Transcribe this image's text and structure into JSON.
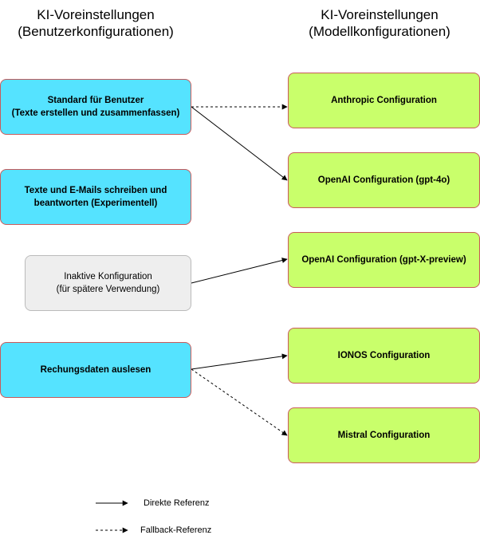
{
  "titles": {
    "left": {
      "line1": "KI-Voreinstellungen",
      "line2": "(Benutzerkonfigurationen)"
    },
    "right": {
      "line1": "KI-Voreinstellungen",
      "line2": "(Modellkonfigurationen)"
    }
  },
  "user_configs": [
    {
      "id": "standard",
      "line1": "Standard für Benutzer",
      "line2": "(Texte erstellen und zusammenfassen)"
    },
    {
      "id": "email",
      "line1": "Texte und E-Mails schreiben und",
      "line2": "beantworten (Experimentell)"
    },
    {
      "id": "inactive",
      "line1": "Inaktive Konfiguration",
      "line2": "(für spätere Verwendung)"
    },
    {
      "id": "invoice",
      "line1": "Rechungsdaten auslesen",
      "line2": ""
    }
  ],
  "model_configs": [
    {
      "id": "anthropic",
      "label": "Anthropic Configuration"
    },
    {
      "id": "openai4o",
      "label": "OpenAI Configuration (gpt-4o)"
    },
    {
      "id": "openaix",
      "label": "OpenAI Configuration (gpt-X-preview)"
    },
    {
      "id": "ionos",
      "label": "IONOS Configuration"
    },
    {
      "id": "mistral",
      "label": "Mistral Configuration"
    }
  ],
  "references": [
    {
      "from": "standard",
      "to": "anthropic",
      "type": "fallback"
    },
    {
      "from": "standard",
      "to": "openai4o",
      "type": "direct"
    },
    {
      "from": "inactive",
      "to": "openaix",
      "type": "direct"
    },
    {
      "from": "invoice",
      "to": "ionos",
      "type": "direct"
    },
    {
      "from": "invoice",
      "to": "mistral",
      "type": "fallback"
    }
  ],
  "legend": {
    "direct": "Direkte Referenz",
    "fallback": "Fallback-Referenz"
  }
}
